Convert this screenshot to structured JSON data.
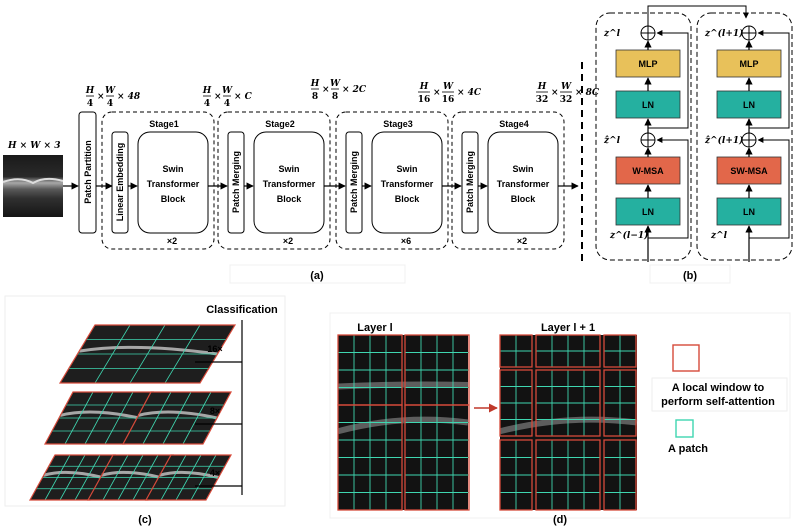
{
  "panel_a": {
    "input_label": "H × W × 3",
    "patch_partition": "Patch Partition",
    "linear_embedding": "Linear Embedding",
    "patch_merging": "Patch Merging",
    "block_lines": [
      "Swin",
      "Transformer",
      "Block"
    ],
    "dims": [
      {
        "num1": "H",
        "den1": "4",
        "num2": "W",
        "den2": "4",
        "tail": "× 48"
      },
      {
        "num1": "H",
        "den1": "4",
        "num2": "W",
        "den2": "4",
        "tail": "× C"
      },
      {
        "num1": "H",
        "den1": "8",
        "num2": "W",
        "den2": "8",
        "tail": "× 2C"
      },
      {
        "num1": "H",
        "den1": "16",
        "num2": "W",
        "den2": "16",
        "tail": "× 4C"
      },
      {
        "num1": "H",
        "den1": "32",
        "num2": "W",
        "den2": "32",
        "tail": "× 8C"
      }
    ],
    "stages": [
      {
        "title": "Stage1",
        "repeat": "×2"
      },
      {
        "title": "Stage2",
        "repeat": "×2"
      },
      {
        "title": "Stage3",
        "repeat": "×6"
      },
      {
        "title": "Stage4",
        "repeat": "×2"
      }
    ],
    "caption": "(a)"
  },
  "panel_b": {
    "left_block": [
      "MLP",
      "LN",
      "W-MSA",
      "LN"
    ],
    "right_block": [
      "MLP",
      "LN",
      "SW-MSA",
      "LN"
    ],
    "left_labels": {
      "top": "z^l",
      "mid": "ẑ^l",
      "bottom": "z^(l−1)"
    },
    "right_labels": {
      "top": "z^(l+1)",
      "mid": "ẑ^(l+1)",
      "bottom": "z^l"
    },
    "caption": "(b)",
    "colors": {
      "mlp": "#e8c15a",
      "ln": "#25b0a0",
      "msa": "#e2674a"
    }
  },
  "panel_c": {
    "title": "Classification",
    "scales": [
      "16×",
      "8×",
      "4×"
    ],
    "caption": "(c)"
  },
  "panel_d": {
    "layer_l": "Layer l",
    "layer_l1": "Layer l + 1",
    "legend_window": [
      "A local window to",
      "perform self-attention"
    ],
    "legend_patch": "A patch",
    "caption": "(d)",
    "colors": {
      "window": "#d64a3a",
      "patch": "#3fd6b0"
    }
  }
}
